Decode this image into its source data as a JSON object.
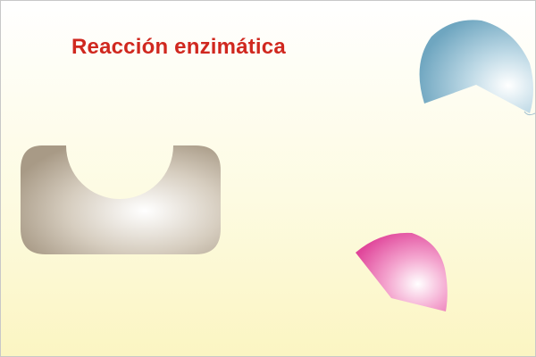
{
  "title": "Reacción enzimática",
  "colors": {
    "title": "#d0281f",
    "enzyme": "#a89a86",
    "substrate_pink": "#e0459a",
    "substrate_blue": "#6fa6c0"
  },
  "shapes": {
    "enzyme": "enzyme-shape",
    "substrate_pink": "pink-substrate-shape",
    "substrate_blue": "blue-substrate-shape"
  }
}
